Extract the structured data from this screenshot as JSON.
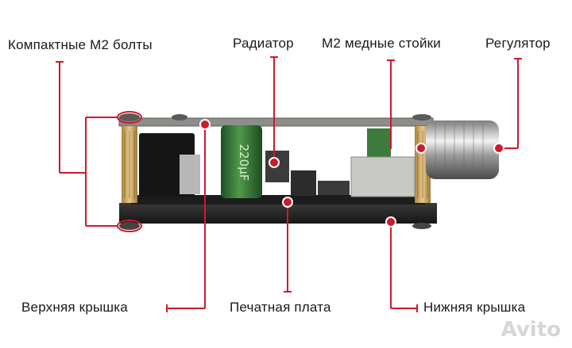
{
  "labels": {
    "bolts": "Компактные М2 болты",
    "radiator": "Радиатор",
    "standoffs": "М2 медные стойки",
    "knob": "Регулятор",
    "top_cover": "Верхняя крышка",
    "pcb": "Печатная плата",
    "bottom_cover": "Нижняя крышка"
  },
  "capacitor_text": "220µF",
  "watermark": "Avito",
  "colors": {
    "callout": "#d0192a",
    "capacitor": "#2e6b2f",
    "brass": "#c9a35a",
    "cover": "#2a2a2a"
  }
}
